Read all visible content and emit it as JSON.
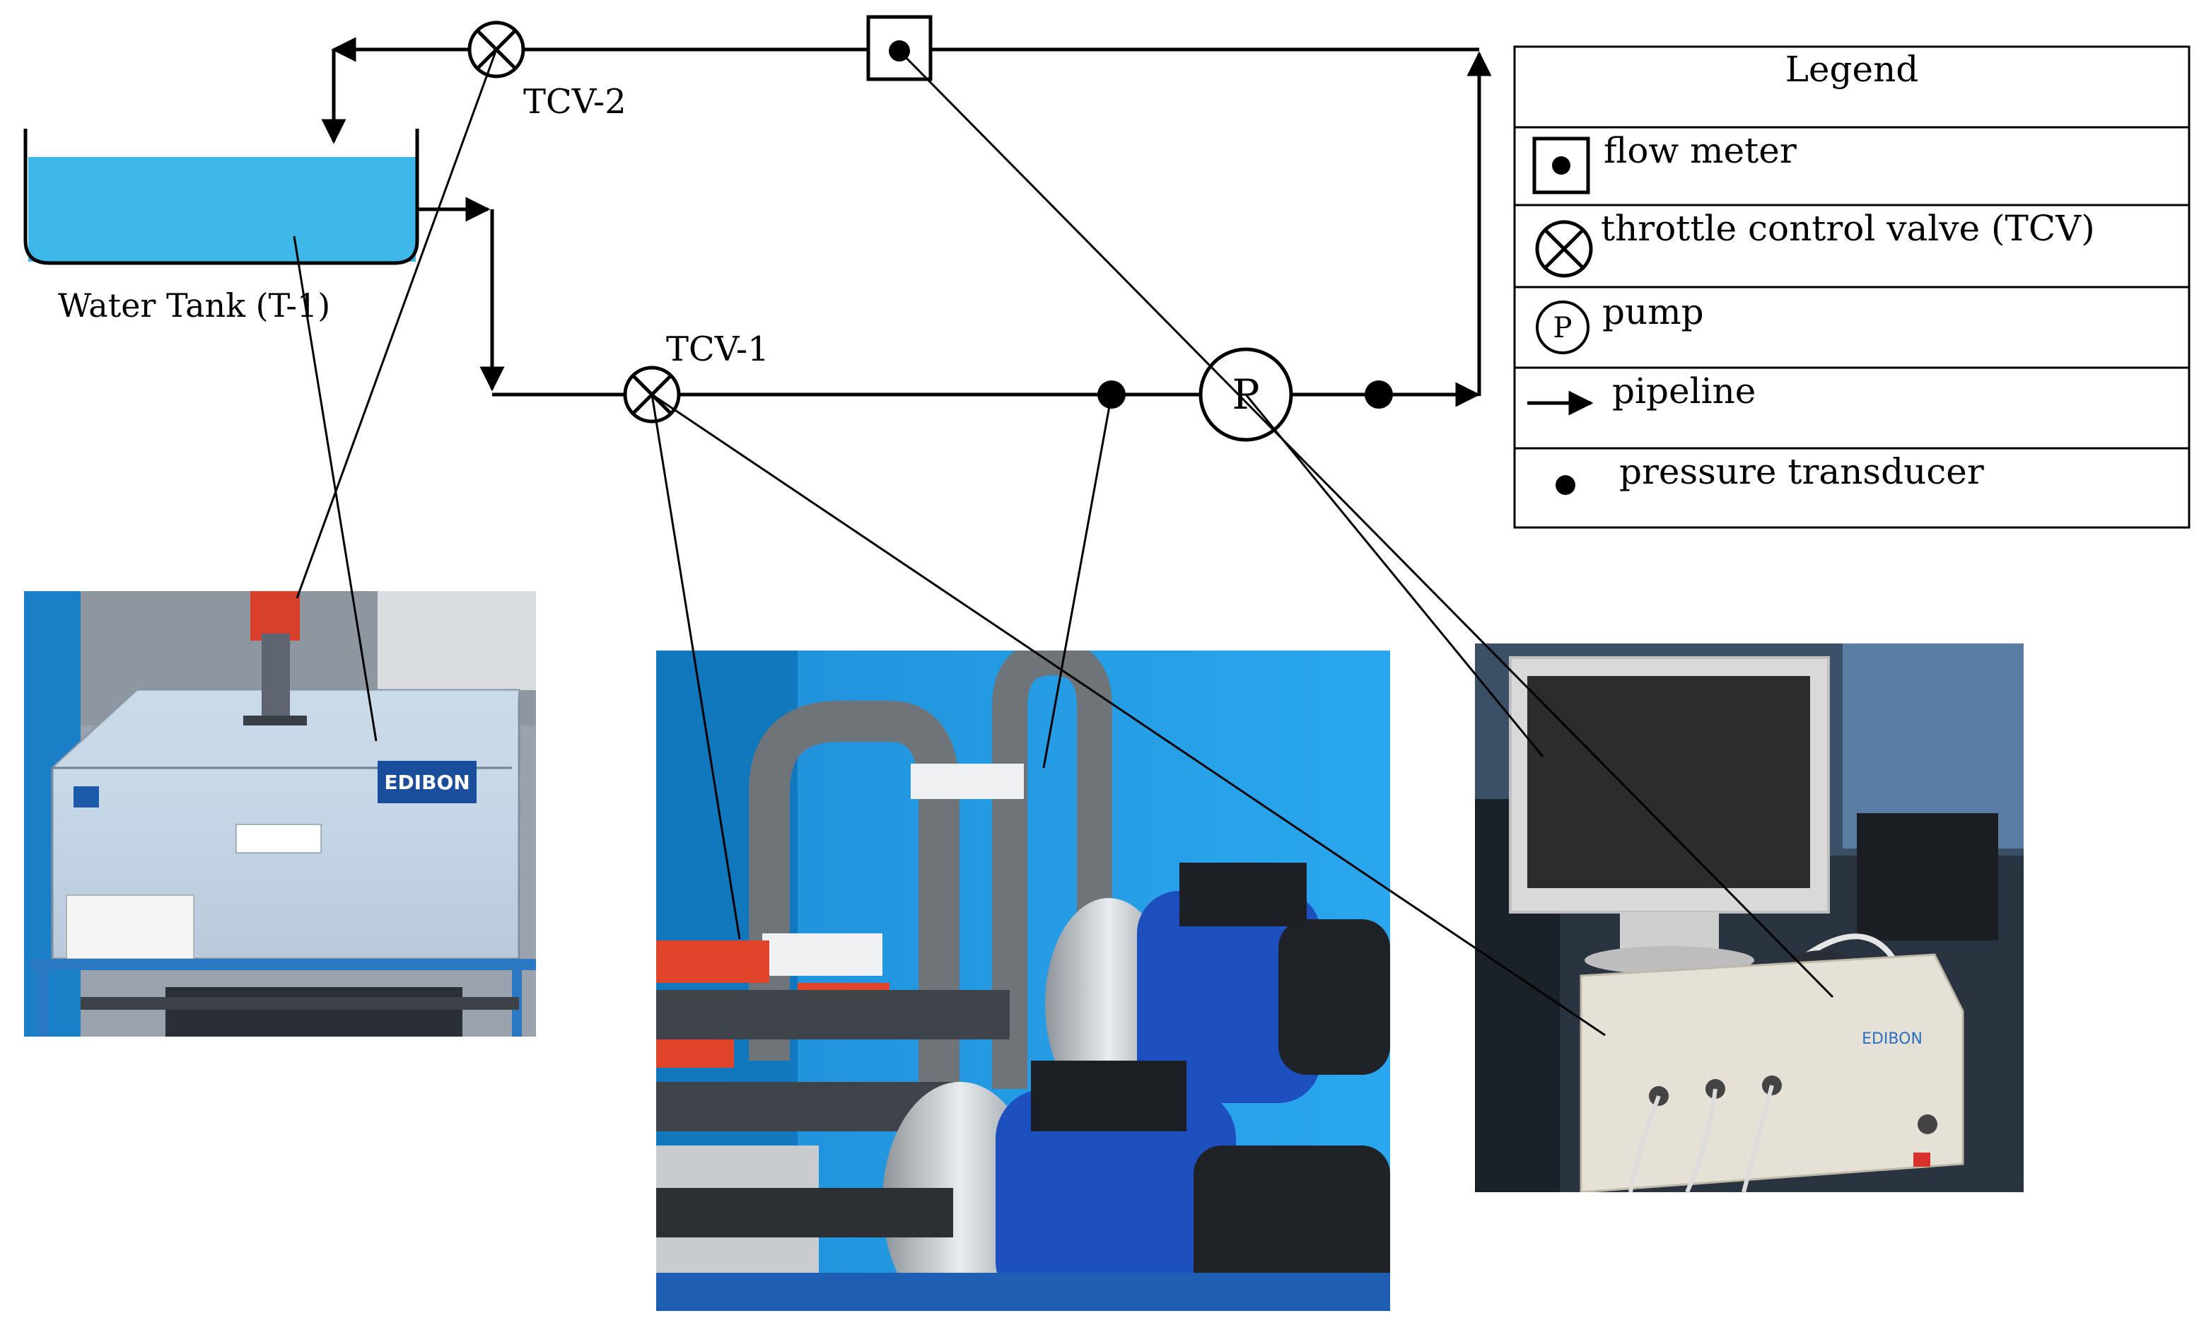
{
  "labels": {
    "water_tank": "Water Tank (T-1)",
    "tcv1": "TCV-1",
    "tcv2": "TCV-2",
    "pump_symbol": "P"
  },
  "legend": {
    "title": "Legend",
    "items": [
      {
        "icon": "flow-meter-icon",
        "label": "flow meter"
      },
      {
        "icon": "throttle-valve-icon",
        "label": "throttle control valve (TCV)"
      },
      {
        "icon": "pump-icon",
        "label": "pump",
        "symbol": "P"
      },
      {
        "icon": "pipeline-arrow-icon",
        "label": "pipeline"
      },
      {
        "icon": "pressure-dot-icon",
        "label": "pressure transducer"
      }
    ]
  },
  "photos": {
    "tank": {
      "brand_label": "EDIBON"
    },
    "daq": {
      "brand_label": "EDIBON"
    }
  },
  "colors": {
    "water": "#3db8e8",
    "panel_blue": "#1a8fd6",
    "pump_blue": "#1d4fbf",
    "valve_red": "#e0442a",
    "pipe_grey": "#6f7478"
  }
}
